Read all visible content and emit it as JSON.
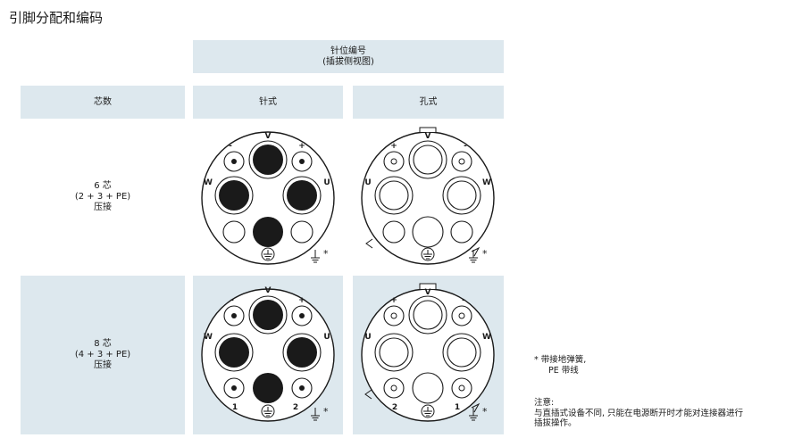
{
  "title": "引脚分配和编码",
  "header": {
    "line1": "针位编号",
    "line2": "(插拔侧视图)"
  },
  "columns": {
    "cores": "芯数",
    "pin": "针式",
    "socket": "孔式"
  },
  "rows": [
    {
      "line1": "6 芯",
      "line2": "(2 + 3 + PE)",
      "line3": "压接"
    },
    {
      "line1": "8 芯",
      "line2": "(4 + 3 + PE)",
      "line3": "压接"
    }
  ],
  "labels": {
    "v": "V",
    "u": "U",
    "w": "W",
    "minus": "-",
    "plus": "+",
    "one": "1",
    "two": "2",
    "asterisk": "*"
  },
  "notes": {
    "star_line1": "* 带接地弹簧,",
    "star_line2": "PE 带线",
    "attention_title": "注意:",
    "attention_line1": "与直插式设备不同, 只能在电源断开时才能对连接器进行",
    "attention_line2": "插拔操作。"
  }
}
